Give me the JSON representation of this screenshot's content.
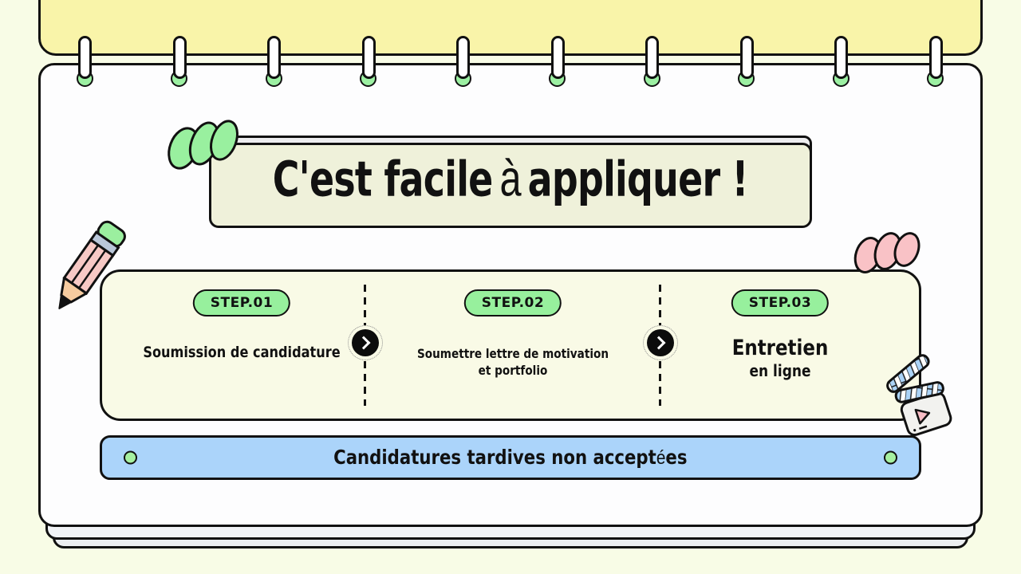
{
  "slide": {
    "title": {
      "part1": "C'est facile",
      "accent": "à",
      "part2": "appliquer !"
    },
    "panel": {
      "step1": {
        "badge": "STEP.01",
        "text": "Soumission de candidature"
      },
      "step2": {
        "badge": "STEP.02",
        "line1": "Soumettre lettre de motivation",
        "line2": "et portfolio"
      },
      "step3": {
        "badge": "STEP.03",
        "main": "Entretien",
        "sub": "en ligne"
      }
    },
    "banner": {
      "pre": "Candidatures tardives non accept",
      "accent": "é",
      "post": "es"
    },
    "icons": {
      "pencil": "pencil-icon",
      "clapperboard": "clapperboard-icon",
      "scribble_green": "scribble-green-icon",
      "scribble_pink": "scribble-pink-icon",
      "next_arrow": "chevron-right-icon",
      "binder_ring": "binder-ring"
    },
    "colors": {
      "background": "#F8FCE6",
      "cover_yellow": "#F9F4A9",
      "page_white": "#FDFDFE",
      "panel_cream": "#F9FAE6",
      "title_gray": "#EDEDEF",
      "accent_green": "#97F09D",
      "accent_pink": "#F9C2C6",
      "banner_blue": "#ABD4FA",
      "stripe_blue": "#ABD3F7",
      "ink_black": "#111111"
    }
  }
}
